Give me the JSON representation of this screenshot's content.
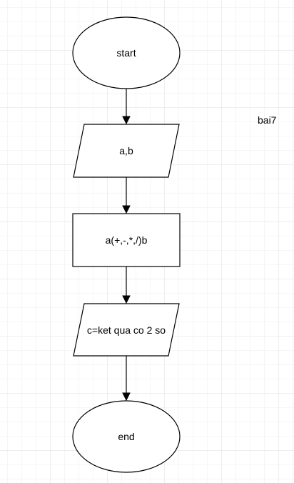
{
  "diagram": {
    "type": "flowchart",
    "side_label": "bai7",
    "nodes": [
      {
        "id": "start",
        "shape": "ellipse",
        "label": "start"
      },
      {
        "id": "input",
        "shape": "parallelogram",
        "label": "a,b"
      },
      {
        "id": "process",
        "shape": "rectangle",
        "label": "a(+,-,*,/)b"
      },
      {
        "id": "output",
        "shape": "parallelogram",
        "label": "c=ket qua co 2 so"
      },
      {
        "id": "end",
        "shape": "ellipse",
        "label": "end"
      }
    ],
    "edges": [
      {
        "from": "start",
        "to": "input"
      },
      {
        "from": "input",
        "to": "process"
      },
      {
        "from": "process",
        "to": "output"
      },
      {
        "from": "output",
        "to": "end"
      }
    ]
  }
}
